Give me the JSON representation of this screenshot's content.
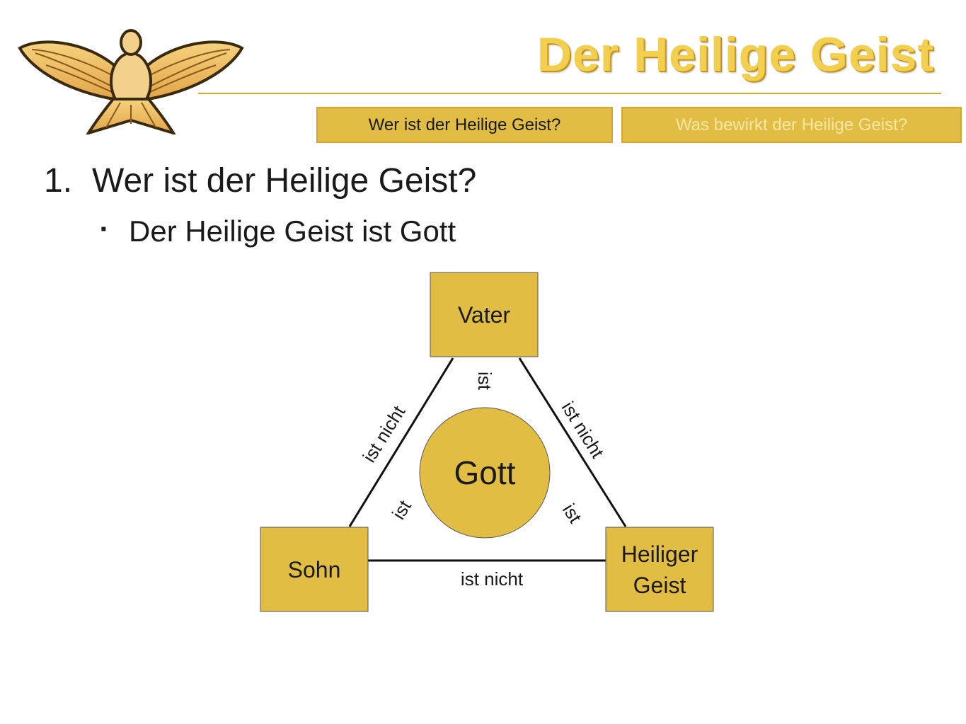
{
  "title": "Der Heilige Geist",
  "tabs": [
    {
      "label": "Wer ist der Heilige Geist?"
    },
    {
      "label": "Was bewirkt der Heilige Geist?"
    }
  ],
  "heading": {
    "number": "1.",
    "text": "Wer ist der Heilige Geist?"
  },
  "bullet": {
    "marker": "▪",
    "text": "Der Heilige Geist ist Gott"
  },
  "diagram": {
    "nodes": {
      "vater": "Vater",
      "sohn": "Sohn",
      "geist_line1": "Heiliger",
      "geist_line2": "Geist",
      "gott": "Gott"
    },
    "edges": {
      "vater_sohn": "ist nicht",
      "vater_geist": "ist nicht",
      "sohn_geist": "ist nicht",
      "vater_gott": "ist",
      "sohn_gott": "ist",
      "geist_gott": "ist"
    }
  },
  "colors": {
    "gold": "#e2bd43",
    "title": "#f2cf4e",
    "rule": "#d9a52c"
  },
  "icons": {
    "logo": "dove-icon"
  }
}
